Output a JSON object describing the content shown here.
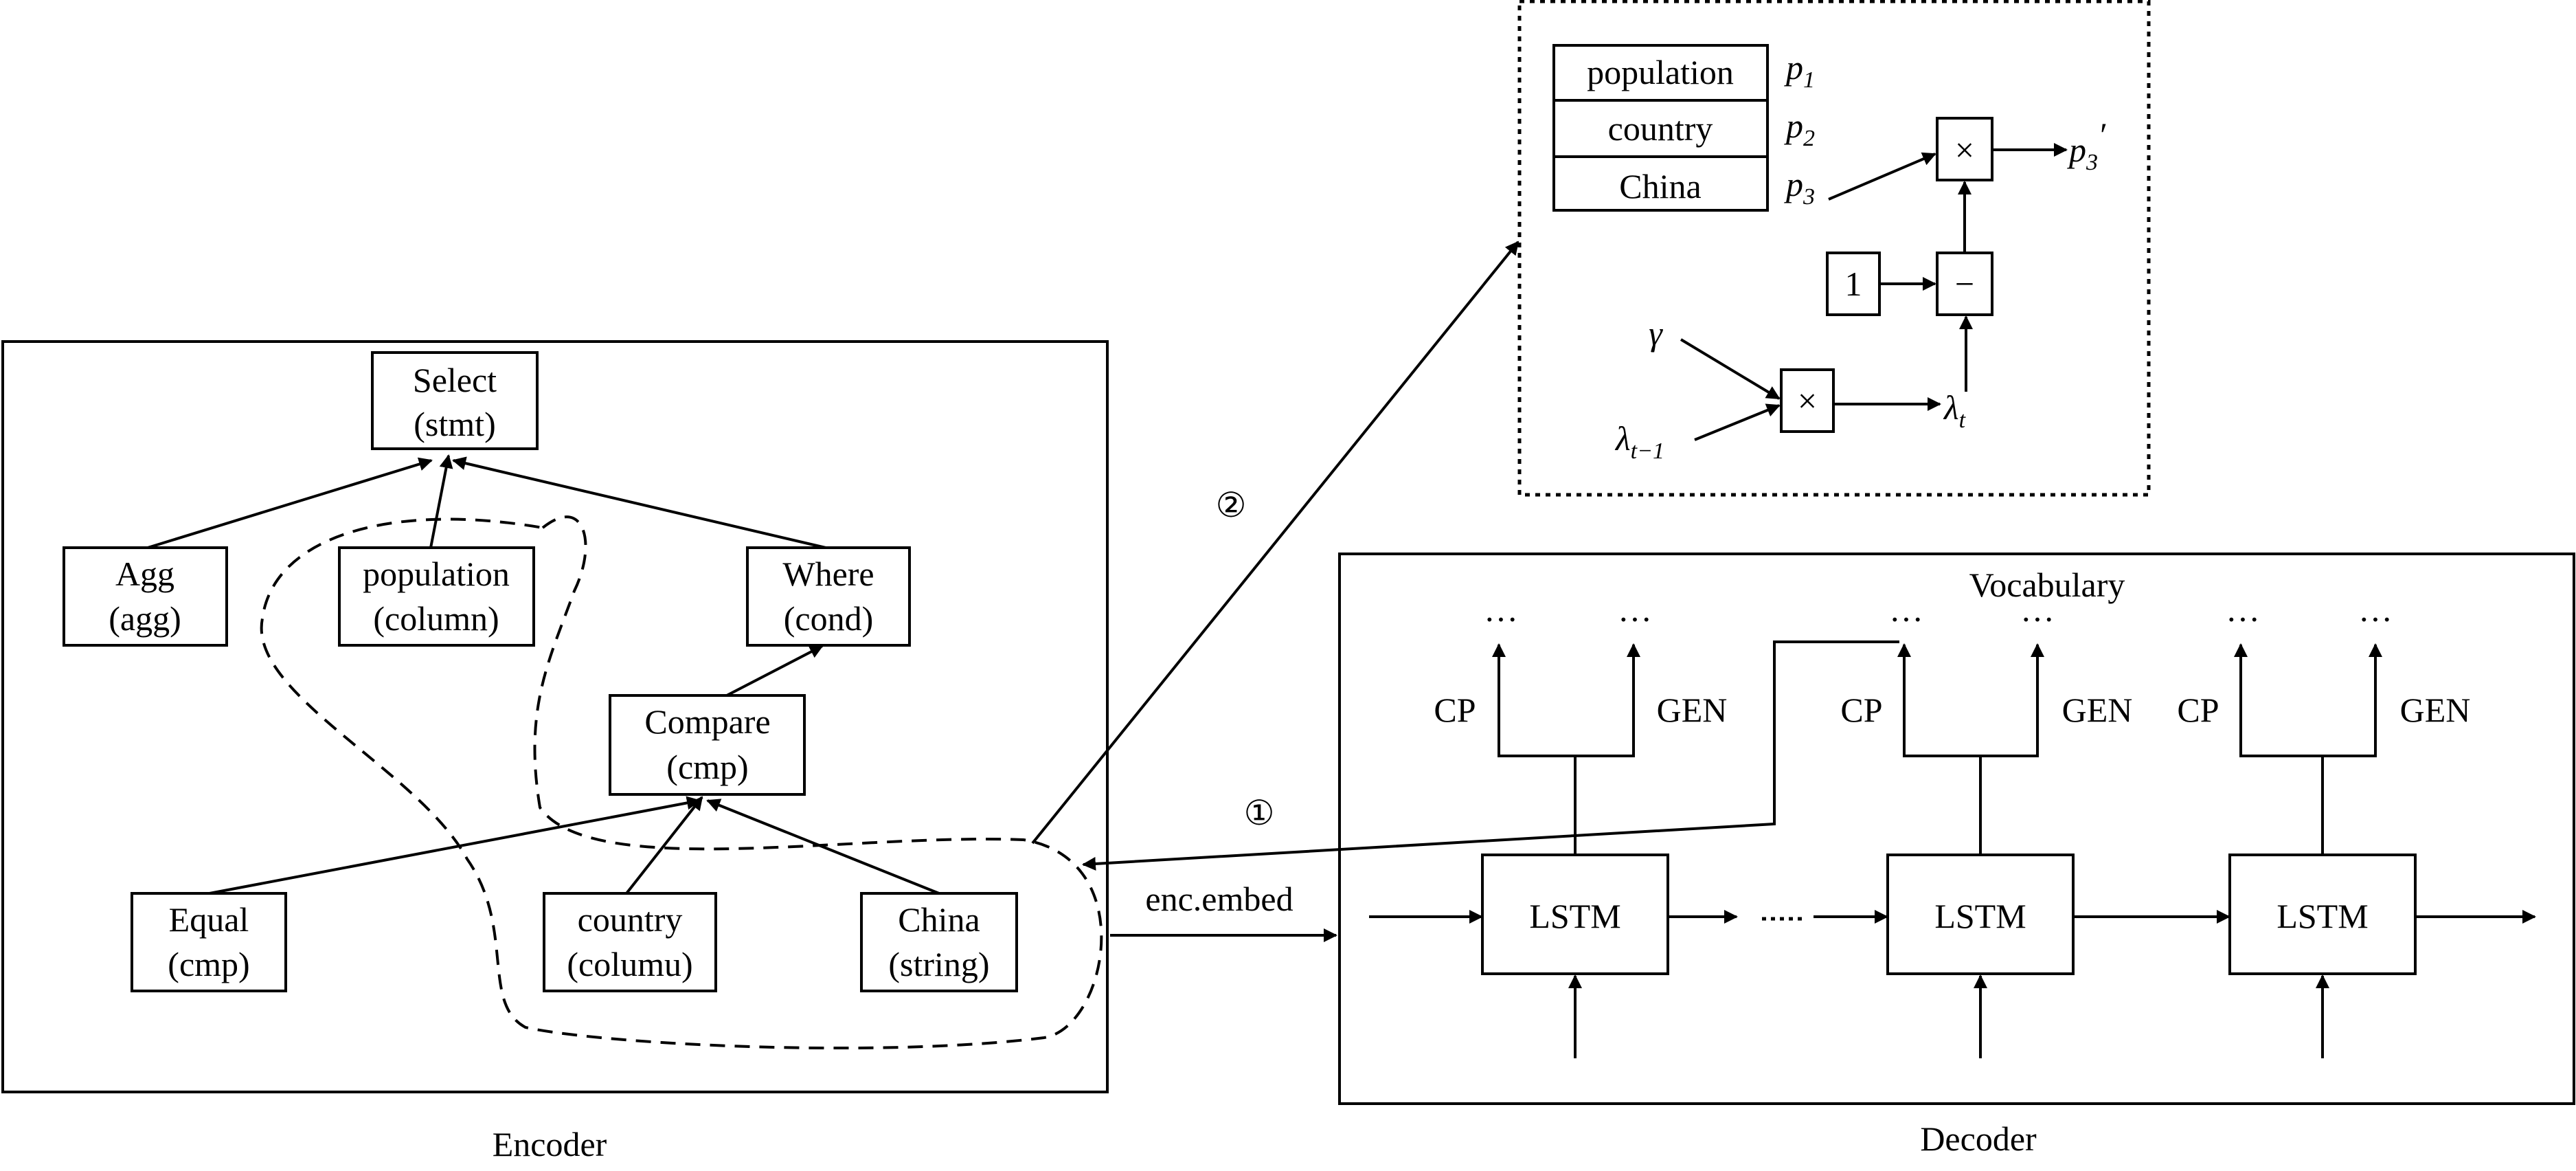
{
  "encoder": {
    "label": "Encoder",
    "nodes": {
      "select": {
        "line1": "Select",
        "line2": "(stmt)"
      },
      "agg": {
        "line1": "Agg",
        "line2": "(agg)"
      },
      "population": {
        "line1": "population",
        "line2": "(column)"
      },
      "where": {
        "line1": "Where",
        "line2": "(cond)"
      },
      "compare": {
        "line1": "Compare",
        "line2": "(cmp)"
      },
      "equal": {
        "line1": "Equal",
        "line2": "(cmp)"
      },
      "country": {
        "line1": "country",
        "line2": "(columu)"
      },
      "china": {
        "line1": "China",
        "line2": "(string)"
      }
    }
  },
  "connector": {
    "enc_embed": "enc.embed",
    "marker_1": "①",
    "marker_2": "②"
  },
  "decoder": {
    "label": "Decoder",
    "vocabulary": "Vocabulary",
    "lstm_label": "LSTM",
    "cp_label": "CP",
    "gen_label": "GEN",
    "ellipsis": "···"
  },
  "copy_panel": {
    "table_rows": [
      "population",
      "country",
      "China"
    ],
    "p1": {
      "base": "p",
      "sub": "1"
    },
    "p2": {
      "base": "p",
      "sub": "2"
    },
    "p3": {
      "base": "p",
      "sub": "3"
    },
    "p3_prime": {
      "base": "p",
      "sub": "3",
      "sup": "′"
    },
    "times_symbol": "×",
    "minus_symbol": "−",
    "one_label": "1",
    "gamma": "γ",
    "lambda_prev": {
      "base": "λ",
      "sub": "t−1"
    },
    "lambda_t": {
      "base": "λ",
      "sub": "t"
    }
  }
}
